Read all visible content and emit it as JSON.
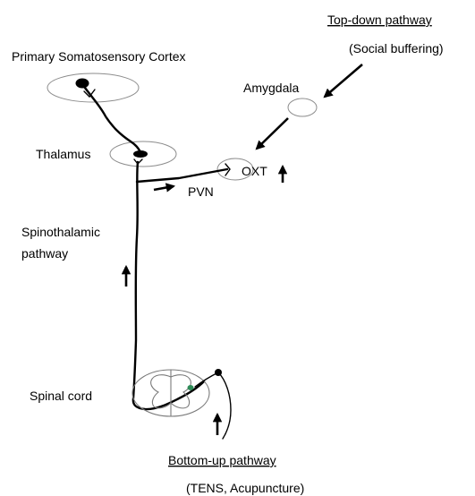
{
  "labels": {
    "top_down_title": "Top-down pathway",
    "top_down_note": "(Social buffering)",
    "cortex": "Primary Somatosensory Cortex",
    "amygdala": "Amygdala",
    "thalamus": "Thalamus",
    "oxt": "OXT",
    "pvn": "PVN",
    "spinothalamic_line1": "Spinothalamic",
    "spinothalamic_line2": "pathway",
    "spinal_cord": "Spinal cord",
    "bottom_up_title": "Bottom-up pathway",
    "bottom_up_note": "(TENS, Acupuncture)"
  },
  "colors": {
    "text": "#000000",
    "region_outline": "#8c8c8c",
    "nerve": "#000000",
    "synapse_accent": "#2e8b57"
  }
}
